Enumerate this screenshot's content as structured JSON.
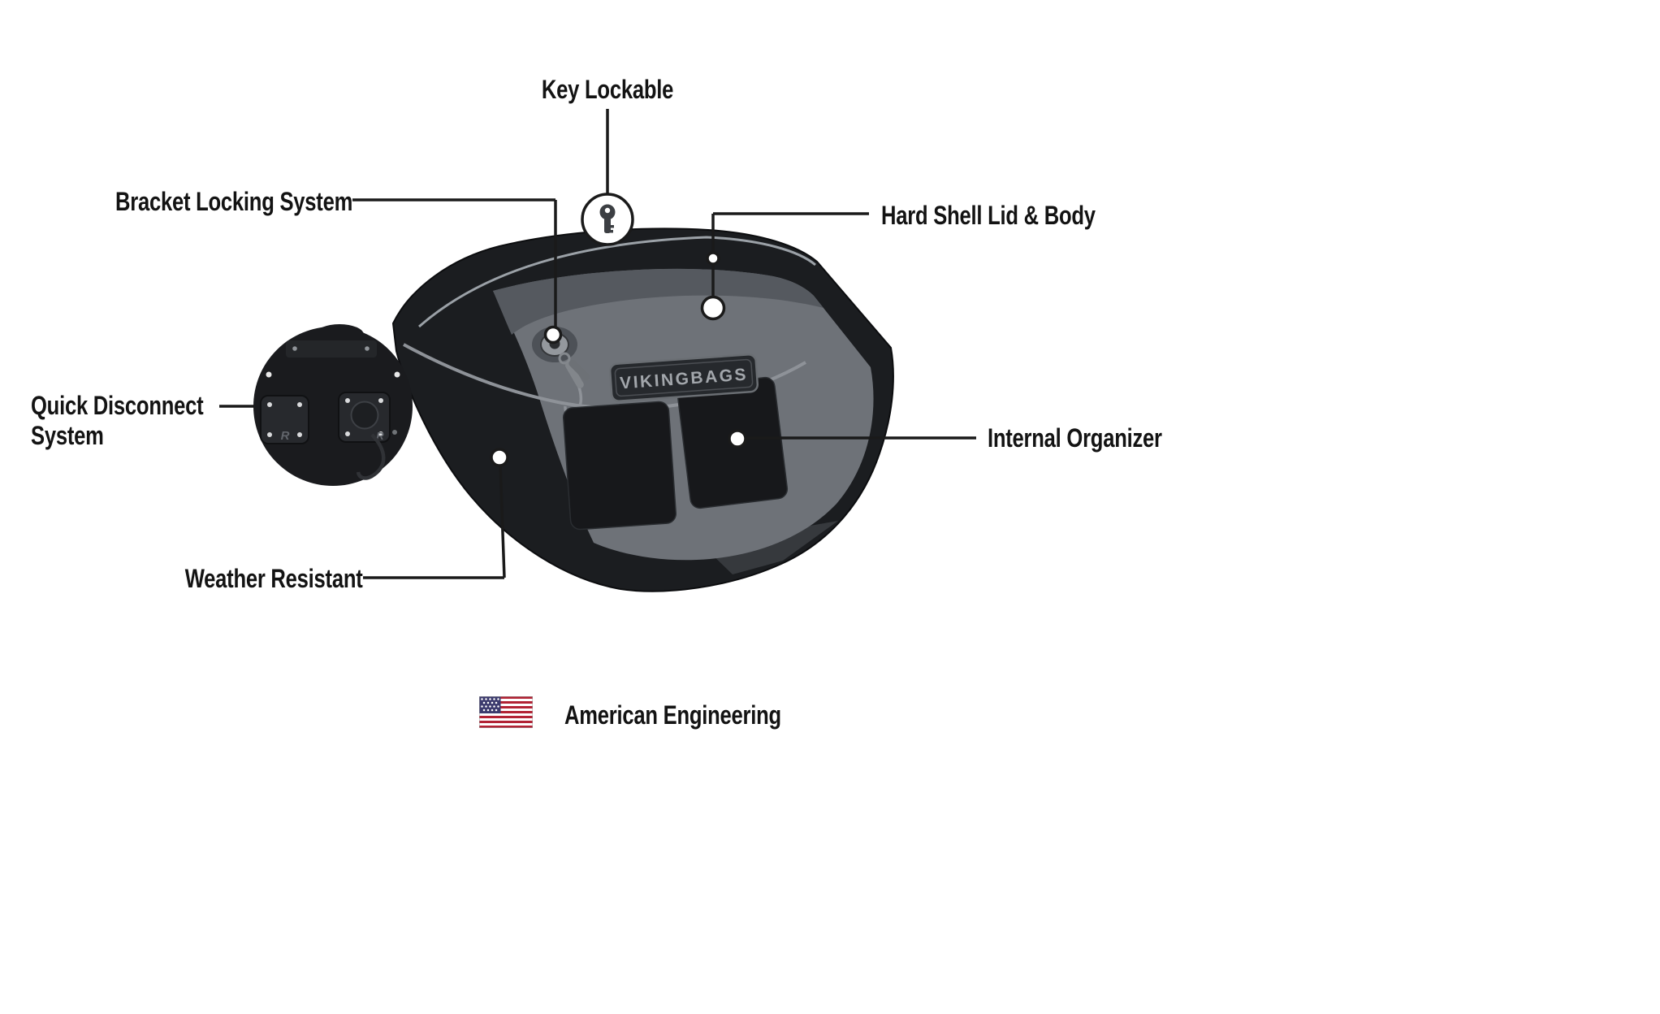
{
  "diagram": {
    "callouts": {
      "key_lockable": "Key Lockable",
      "bracket_locking_system": "Bracket Locking System",
      "hard_shell_lid_body": "Hard Shell Lid & Body",
      "quick_disconnect_system": "Quick Disconnect System",
      "internal_organizer": "Internal Organizer",
      "weather_resistant": "Weather Resistant"
    },
    "product_badge": "VIKINGBAGS",
    "inset": {
      "plate_mark": "R"
    },
    "footer": {
      "label": "American Engineering",
      "flag_icon": "usa-flag-icon"
    },
    "icons": {
      "lock_indicator": "key-icon"
    },
    "colors": {
      "background": "#ffffff",
      "text": "#131313",
      "leader_line": "#1a1a1a",
      "bag_shell": "#1b1d20",
      "bag_interior": "#6e7278",
      "flag_red": "#b22234",
      "flag_blue": "#3c3b6e"
    }
  }
}
